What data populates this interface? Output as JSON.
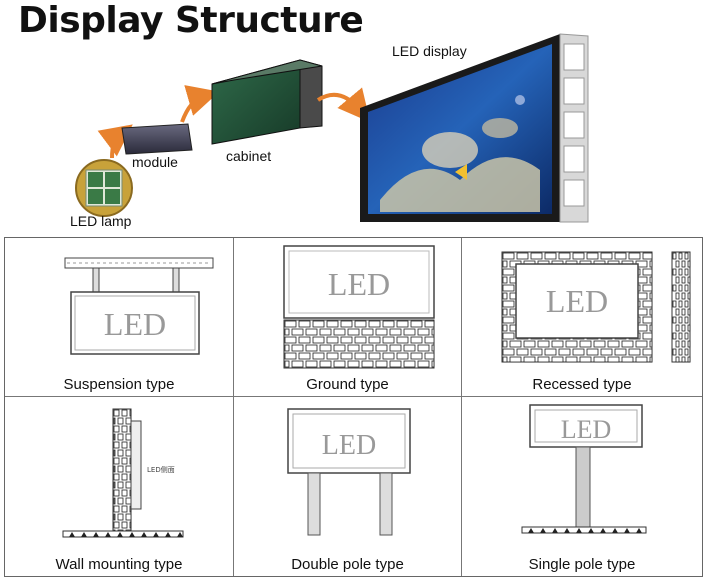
{
  "title": "Display Structure",
  "flow": {
    "lamp_label": "LED lamp",
    "module_label": "module",
    "cabinet_label": "cabinet",
    "display_label": "LED display"
  },
  "types": [
    {
      "caption": "Suspension type",
      "sign": "LED"
    },
    {
      "caption": "Ground type",
      "sign": "LED"
    },
    {
      "caption": "Recessed type",
      "sign": "LED"
    },
    {
      "caption": "Wall mounting type",
      "sign": "LED侧面"
    },
    {
      "caption": "Double pole type",
      "sign": "LED"
    },
    {
      "caption": "Single pole type",
      "sign": "LED"
    }
  ],
  "colors": {
    "arrow": "#e8822e",
    "line": "#666666"
  }
}
